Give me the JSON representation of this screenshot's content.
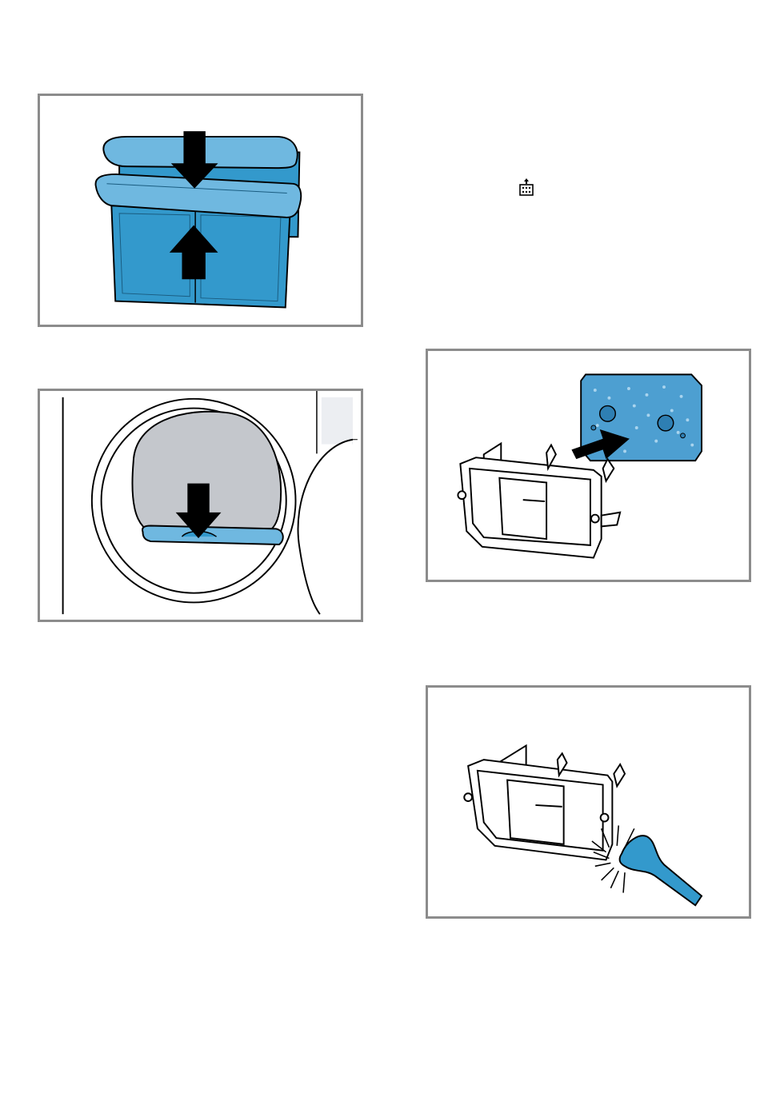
{
  "figures": [
    {
      "id": "fig-filter-closing",
      "arrows": [
        "down",
        "up"
      ]
    },
    {
      "id": "fig-filter-insert-door",
      "arrows": [
        "down"
      ]
    },
    {
      "id": "fig-fine-filter-insert",
      "arrows": [
        "right"
      ]
    },
    {
      "id": "fig-filter-brush-clean",
      "arrows": []
    }
  ],
  "icons": {
    "inline": "filter-maintenance-icon"
  },
  "colors": {
    "filter_blue": "#3399cc",
    "filter_blue_light": "#6fb8e0",
    "frame_gray": "#8c8c8c",
    "drum_gray": "#c4c7cc"
  }
}
